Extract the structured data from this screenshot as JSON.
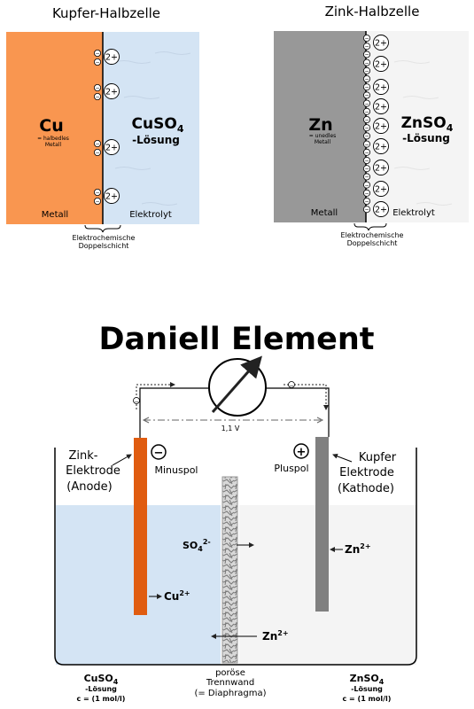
{
  "top": {
    "copper": {
      "title": "Kupfer-Halbzelle",
      "metal_symbol": "Cu",
      "metal_note_1": "= halbedles",
      "metal_note_2": "Metall",
      "solution_name": "CuSO",
      "solution_subscript": "4",
      "solution_suffix": "-Lösung",
      "metal_label": "Metall",
      "electrolyte_label": "Elektrolyt",
      "layer_label_1": "Elektrochemische",
      "layer_label_2": "Doppelschicht",
      "colors": {
        "metal": "#f99650",
        "electrolyte": "#d4e4f4"
      }
    },
    "zinc": {
      "title": "Zink-Halbzelle",
      "metal_symbol": "Zn",
      "metal_note_1": "= unedles",
      "metal_note_2": "Metall",
      "solution_name": "ZnSO",
      "solution_subscript": "4",
      "solution_suffix": "-Lösung",
      "metal_label": "Metall",
      "electrolyte_label": "Elektrolyt",
      "layer_label_1": "Elektrochemische",
      "layer_label_2": "Doppelschicht",
      "colors": {
        "metal": "#989898",
        "electrolyte": "#f4f4f4"
      }
    },
    "electron_symbol": "−",
    "ion_label": "2+"
  },
  "daniell": {
    "title": "Daniell Element",
    "voltage": "1,1 V",
    "electron_symbol": "−",
    "anode_label_1": "Zink-",
    "anode_label_2": "Elektrode",
    "anode_label_3": "(Anode)",
    "minus_symbol": "−",
    "minus_label": "Minuspol",
    "cathode_label_1": "Kupfer",
    "cathode_label_2": "Elektrode",
    "cathode_label_3": "(Kathode)",
    "plus_symbol": "+",
    "plus_label": "Pluspol",
    "sulfate_ion": "SO",
    "sulfate_subscript": "4",
    "sulfate_charge": "2-",
    "zn_ion_right": "Zn",
    "zn_ion_right_charge": "2+",
    "cu_ion": "Cu",
    "cu_ion_charge": "2+",
    "zn_ion_bottom": "Zn",
    "zn_ion_bottom_charge": "2+",
    "left_solution_1": "CuSO",
    "left_solution_sub": "4",
    "left_solution_2": "-Lösung",
    "left_solution_3": "c = (1 mol/l)",
    "right_solution_1": "ZnSO",
    "right_solution_sub": "4",
    "right_solution_2": "-Lösung",
    "right_solution_3": "c = (1 mol/l)",
    "membrane_label_1": "poröse",
    "membrane_label_2": "Trennwand",
    "membrane_label_3": "(= Diaphragma)",
    "colors": {
      "zinc_electrode": "#e05c10",
      "copper_electrode": "#808080",
      "left_solution": "#d4e4f4",
      "right_solution": "#f4f4f4"
    }
  }
}
